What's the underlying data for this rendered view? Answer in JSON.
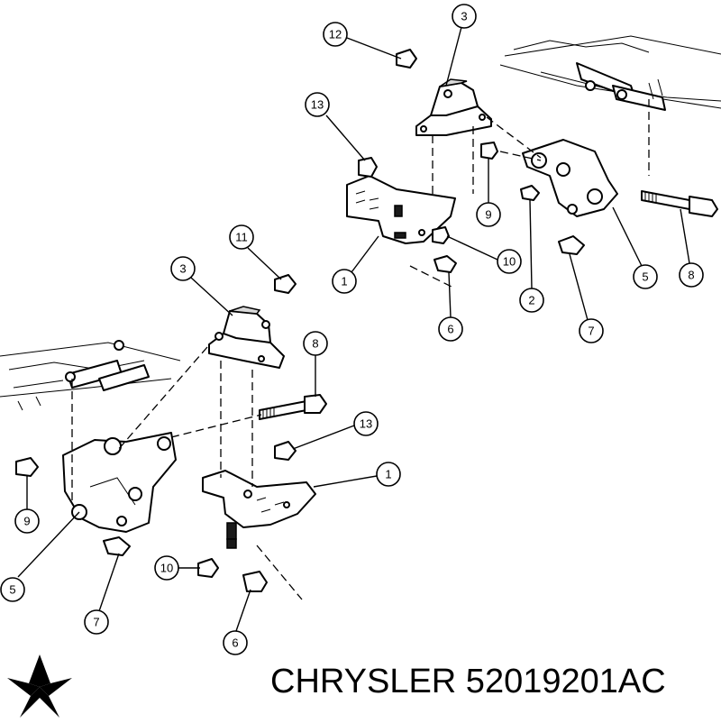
{
  "caption": {
    "text": "CHRYSLER 52019201AC"
  },
  "callouts": [
    {
      "label": "12"
    },
    {
      "label": "3"
    },
    {
      "label": "13"
    },
    {
      "label": "9"
    },
    {
      "label": "10"
    },
    {
      "label": "1"
    },
    {
      "label": "6"
    },
    {
      "label": "2"
    },
    {
      "label": "5"
    },
    {
      "label": "8"
    },
    {
      "label": "7"
    },
    {
      "label": "11"
    },
    {
      "label": "3"
    },
    {
      "label": "8"
    },
    {
      "label": "13"
    },
    {
      "label": "1"
    },
    {
      "label": "9"
    },
    {
      "label": "5"
    },
    {
      "label": "7"
    },
    {
      "label": "10"
    },
    {
      "label": "6"
    }
  ],
  "logo": {
    "name": "chrysler-pentastar-logo",
    "color": "#000000"
  }
}
